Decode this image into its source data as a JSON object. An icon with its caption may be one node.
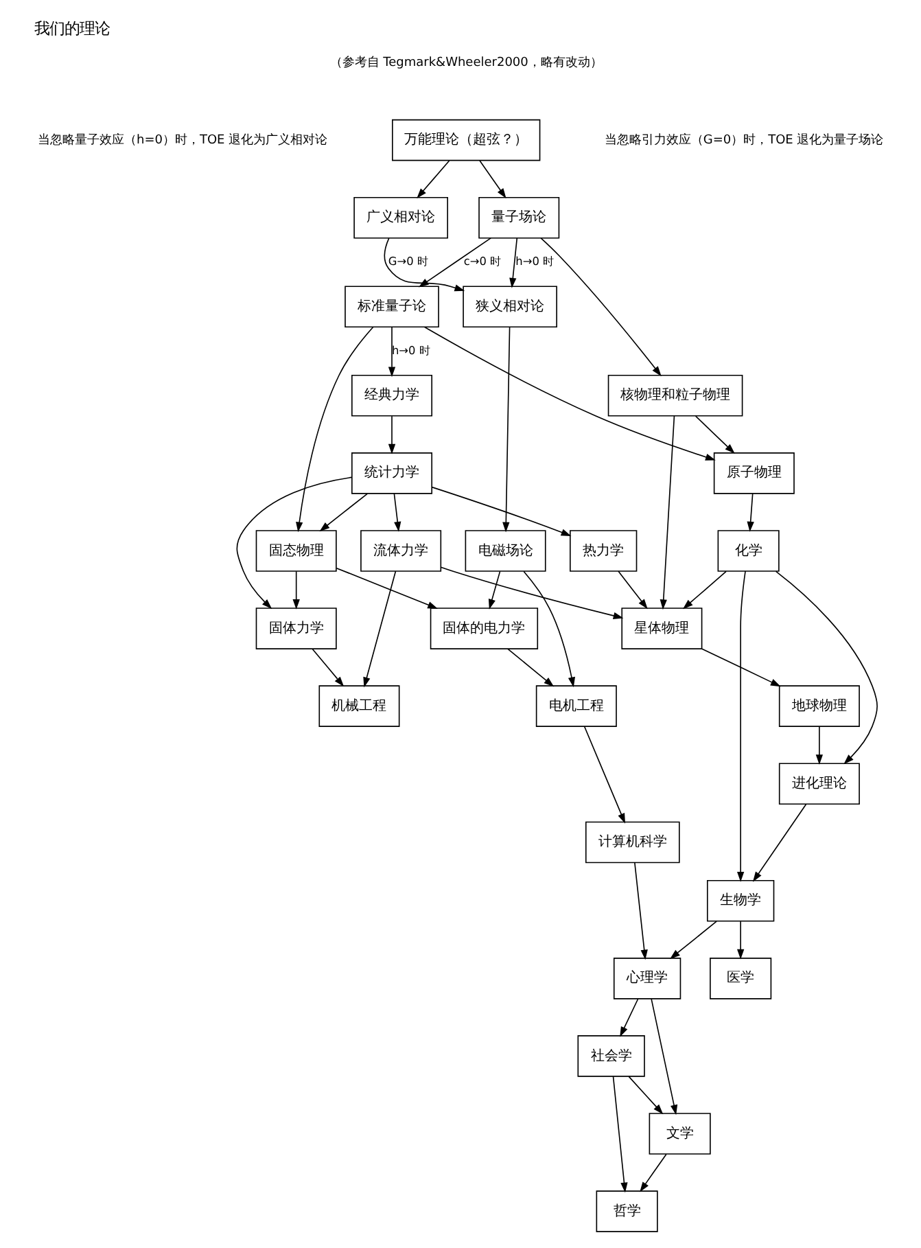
{
  "diagram": {
    "title": "我们的理论",
    "nodes": [
      {
        "text": [
          "万能理论（超弦？）"
        ]
      },
      {
        "text": [
          "广义相对论"
        ]
      },
      {
        "text": [
          "量子场论"
        ]
      },
      {
        "text": [
          "狭义相对论"
        ]
      },
      {
        "text": [
          "标准量子论"
        ]
      },
      {
        "text": [
          "核物理和粒子物理"
        ]
      },
      {
        "text": [
          "电磁场论"
        ]
      },
      {
        "text": [
          "经典力学"
        ]
      },
      {
        "text": [
          "原子物理"
        ]
      },
      {
        "text": [
          "固态物理"
        ]
      },
      {
        "text": [
          "统计力学"
        ]
      },
      {
        "text": [
          "化学"
        ]
      },
      {
        "text": [
          "固体的电力学"
        ]
      },
      {
        "text": [
          "固体力学"
        ]
      },
      {
        "text": [
          "流体力学"
        ]
      },
      {
        "text": [
          "热力学"
        ]
      },
      {
        "text": [
          "星体物理"
        ]
      },
      {
        "text": [
          "电机工程"
        ]
      },
      {
        "text": [
          "机械工程"
        ]
      },
      {
        "text": [
          "地球物理"
        ]
      },
      {
        "text": [
          "进化理论"
        ]
      },
      {
        "text": [
          "生物学"
        ]
      },
      {
        "text": [
          "计算机科学"
        ]
      },
      {
        "text": [
          "心理学"
        ]
      },
      {
        "text": [
          "医学"
        ]
      },
      {
        "text": [
          "社会学"
        ]
      },
      {
        "text": [
          "文学"
        ]
      },
      {
        "text": [
          "哲学"
        ]
      }
    ],
    "edges": [
      {
        "from": 0,
        "to": 1,
        "arrow": "to"
      },
      {
        "from": 0,
        "to": 2,
        "arrow": "to"
      },
      {
        "from": 1,
        "to": 3,
        "arrow": "to",
        "label": "G→0 时"
      },
      {
        "from": 2,
        "to": 3,
        "arrow": "to",
        "label": "h→0 时"
      },
      {
        "from": 2,
        "to": 4,
        "arrow": "to",
        "label": "c→0 时"
      },
      {
        "from": 2,
        "to": 5,
        "arrow": "to"
      },
      {
        "from": 3,
        "to": 6,
        "arrow": "to"
      },
      {
        "from": 4,
        "to": 9,
        "arrow": "to"
      },
      {
        "from": 4,
        "to": 7,
        "arrow": "to",
        "label": "h→0 时"
      },
      {
        "from": 4,
        "to": 8,
        "arrow": "to"
      },
      {
        "from": 5,
        "to": 8,
        "arrow": "to"
      },
      {
        "from": 5,
        "to": 16,
        "arrow": "to"
      },
      {
        "from": 6,
        "to": 12,
        "arrow": "to"
      },
      {
        "from": 6,
        "to": 17,
        "arrow": "to"
      },
      {
        "from": 7,
        "to": 10,
        "arrow": "to"
      },
      {
        "from": 8,
        "to": 11,
        "arrow": "to"
      },
      {
        "from": 10,
        "to": 9,
        "arrow": "to"
      },
      {
        "from": 11,
        "to": 16,
        "arrow": "to"
      },
      {
        "from": 11,
        "to": 20,
        "arrow": "to"
      },
      {
        "from": 11,
        "to": 21,
        "arrow": "to"
      },
      {
        "from": 9,
        "to": 12,
        "arrow": "to"
      },
      {
        "from": 9,
        "to": 13,
        "arrow": "to"
      },
      {
        "from": 10,
        "to": 13,
        "arrow": "to"
      },
      {
        "from": 10,
        "to": 14,
        "arrow": "to"
      },
      {
        "from": 10,
        "to": 15,
        "arrow": "to"
      },
      {
        "from": 12,
        "to": 17,
        "arrow": "to"
      },
      {
        "from": 13,
        "to": 18,
        "arrow": "to"
      },
      {
        "from": 14,
        "to": 18,
        "arrow": "to"
      },
      {
        "from": 14,
        "to": 16,
        "arrow": "to"
      },
      {
        "from": 15,
        "to": 16,
        "arrow": "to"
      },
      {
        "from": 16,
        "to": 19,
        "arrow": "to"
      },
      {
        "from": 19,
        "to": 20,
        "arrow": "to"
      },
      {
        "from": 20,
        "to": 21,
        "arrow": "to"
      },
      {
        "from": 17,
        "to": 22,
        "arrow": "to"
      },
      {
        "from": 22,
        "to": 23,
        "arrow": "to"
      },
      {
        "from": 21,
        "to": 23,
        "arrow": "to"
      },
      {
        "from": 21,
        "to": 24,
        "arrow": "to"
      },
      {
        "from": 23,
        "to": 25,
        "arrow": "to"
      },
      {
        "from": 23,
        "to": 26,
        "arrow": "to"
      },
      {
        "from": 25,
        "to": 26,
        "arrow": "to"
      },
      {
        "from": 25,
        "to": 27,
        "arrow": "to"
      },
      {
        "from": 26,
        "to": 27,
        "arrow": "to"
      }
    ],
    "labels": [
      "（参考自 Tegmark&Wheeler2000，略有改动）",
      "当忽略量子效应（h=0）时，TOE 退化为广义相对论",
      "当忽略引力效应（G=0）时，TOE 退化为量子场论"
    ]
  }
}
